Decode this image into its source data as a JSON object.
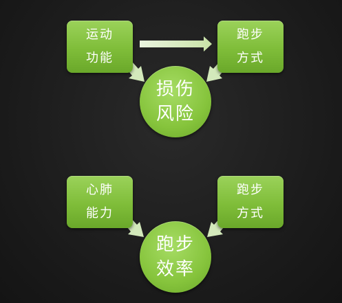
{
  "colors": {
    "background": "#1c1c1c",
    "node_fill": "#86c43c",
    "node_text": "#ffffff",
    "arrow_fill": "#d8ecc4"
  },
  "top": {
    "left_box": {
      "line1": "运动",
      "line2": "功能"
    },
    "right_box": {
      "line1": "跑步",
      "line2": "方式"
    },
    "center": {
      "line1": "损伤",
      "line2": "风险"
    }
  },
  "bottom": {
    "left_box": {
      "line1": "心肺",
      "line2": "能力"
    },
    "right_box": {
      "line1": "跑步",
      "line2": "方式"
    },
    "center": {
      "line1": "跑步",
      "line2": "效率"
    }
  }
}
